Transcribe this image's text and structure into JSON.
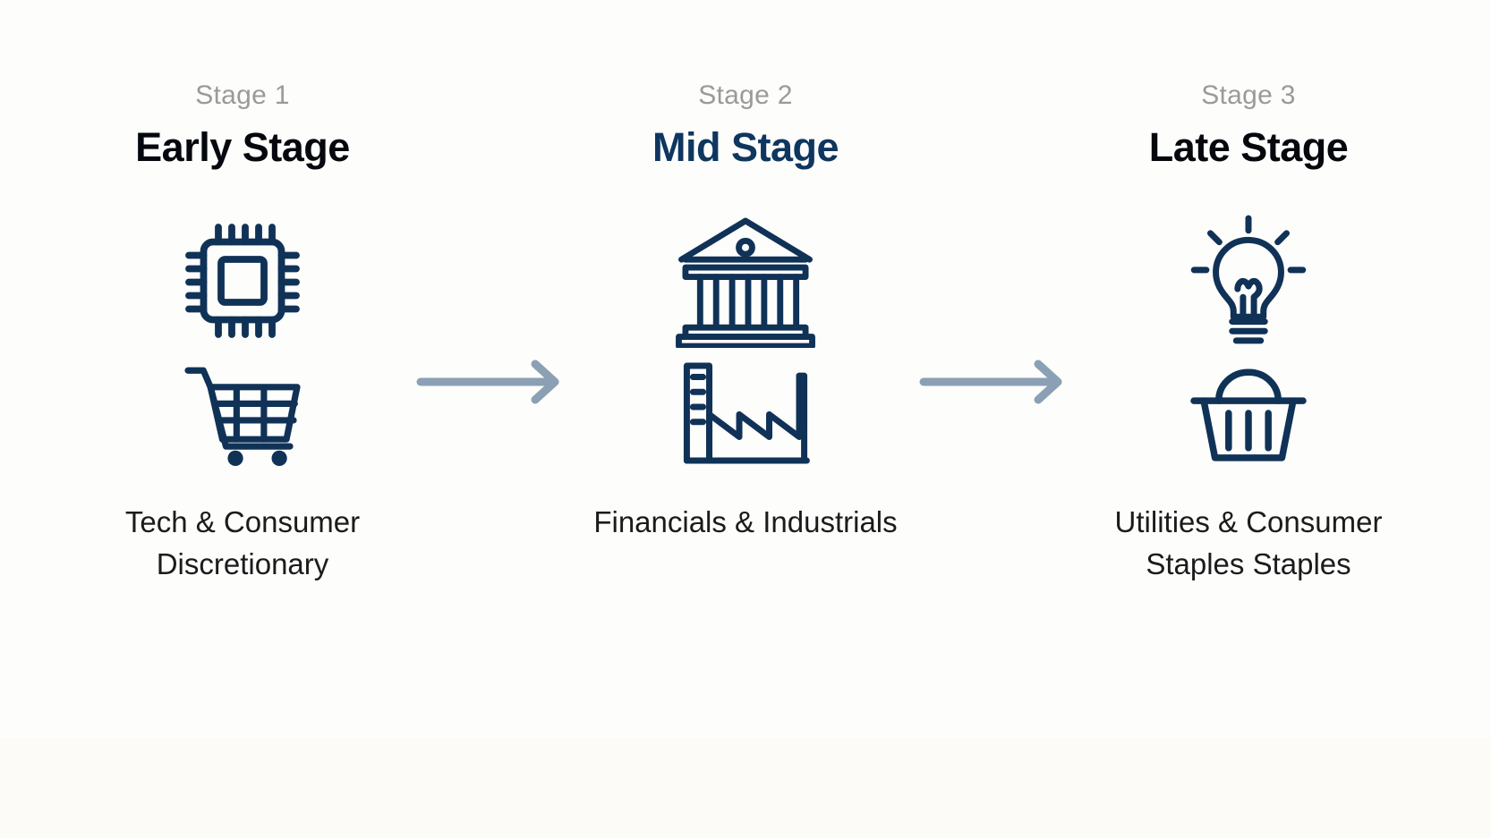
{
  "theme": {
    "background": "#fdfdfc",
    "icon_navy": "#103257",
    "title_dark": "#05080d",
    "title_navy": "#0e365f",
    "eyebrow_gray": "#9a9a9a",
    "arrow_gray": "#8ba0b4",
    "caption_color": "#1b1b1b"
  },
  "diagram": {
    "type": "process-flow",
    "stages": [
      {
        "eyebrow": "Stage 1",
        "title": "Early Stage",
        "title_color": "#05080d",
        "caption": "Tech & Consumer Discretionary",
        "icons": [
          "cpu-chip-icon",
          "shopping-cart-icon"
        ]
      },
      {
        "eyebrow": "Stage 2",
        "title": "Mid Stage",
        "title_color": "#0e365f",
        "caption": "Financials & Industrials",
        "icons": [
          "bank-building-icon",
          "factory-icon"
        ]
      },
      {
        "eyebrow": "Stage 3",
        "title": "Late Stage",
        "title_color": "#05080d",
        "caption": "Utilities & Consumer Staples Staples",
        "icons": [
          "lightbulb-icon",
          "shopping-basket-icon"
        ]
      }
    ],
    "connectors": [
      {
        "name": "arrow-stage1-to-stage2",
        "glyph": "right-arrow-icon"
      },
      {
        "name": "arrow-stage2-to-stage3",
        "glyph": "right-arrow-icon"
      }
    ]
  }
}
